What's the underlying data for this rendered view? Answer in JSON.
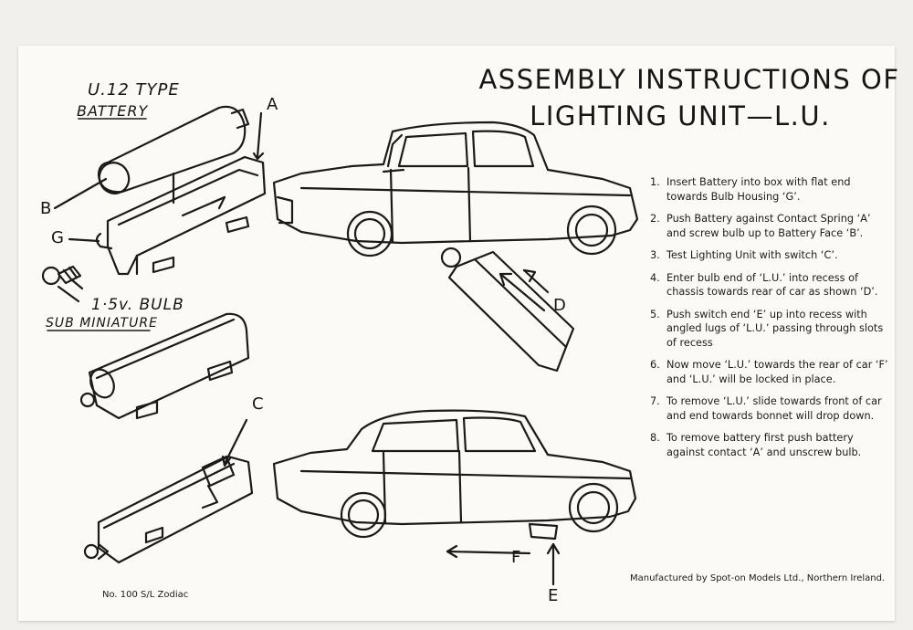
{
  "title": {
    "line1": "ASSEMBLY INSTRUCTIONS OF",
    "line2": "LIGHTING UNIT—L.U."
  },
  "labels": {
    "battery_type_line1": "U.12 TYPE",
    "battery_type_line2": "BATTERY",
    "bulb_line1": "1·5v. BULB",
    "bulb_line2": "SUB MINIATURE",
    "A": "A",
    "B": "B",
    "C": "C",
    "D": "D",
    "E": "E",
    "F": "F",
    "G": "G"
  },
  "steps": [
    {
      "num": "1.",
      "text": "Insert Battery into box with flat end towards Bulb Housing ‘G’."
    },
    {
      "num": "2.",
      "text": "Push Battery against Contact Spring ‘A’ and screw bulb up to Battery Face ‘B’."
    },
    {
      "num": "3.",
      "text": "Test Lighting Unit with switch ‘C’."
    },
    {
      "num": "4.",
      "text": "Enter bulb end of ‘L.U.’ into recess of chassis towards rear of car as shown ‘D’."
    },
    {
      "num": "5.",
      "text": "Push switch end ‘E’ up into recess with angled lugs of ‘L.U.’ passing through slots of recess"
    },
    {
      "num": "6.",
      "text": "Now move ‘L.U.’ towards the rear of car ‘F’ and ‘L.U.’ will be locked in place."
    },
    {
      "num": "7.",
      "text": "To remove ‘L.U.’ slide towards front of car and end towards bonnet will drop down."
    },
    {
      "num": "8.",
      "text": "To remove battery first push battery against contact ‘A’ and unscrew bulb."
    }
  ],
  "footer": {
    "model": "No. 100 S/L Zodiac",
    "maker": "Manufactured by Spot-on Models Ltd., Northern Ireland."
  }
}
